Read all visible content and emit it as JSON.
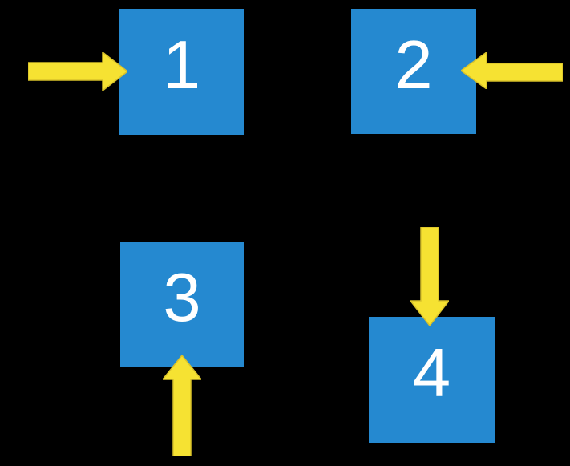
{
  "diagram": {
    "description": "Four numbered blue squares on a black background, each indicated by a yellow arrow pointing into it from a different side",
    "background_color": "#000000",
    "square_color": "#2589d0",
    "number_color": "#ffffff",
    "arrow_color": "#f6e232",
    "arrow_outline_color": "#d9c22a",
    "squares": [
      {
        "label": "1",
        "arrow_direction": "right",
        "arrow_enters_from": "left side"
      },
      {
        "label": "2",
        "arrow_direction": "left",
        "arrow_enters_from": "right side"
      },
      {
        "label": "3",
        "arrow_direction": "up",
        "arrow_enters_from": "bottom side"
      },
      {
        "label": "4",
        "arrow_direction": "down",
        "arrow_enters_from": "top side"
      }
    ]
  }
}
